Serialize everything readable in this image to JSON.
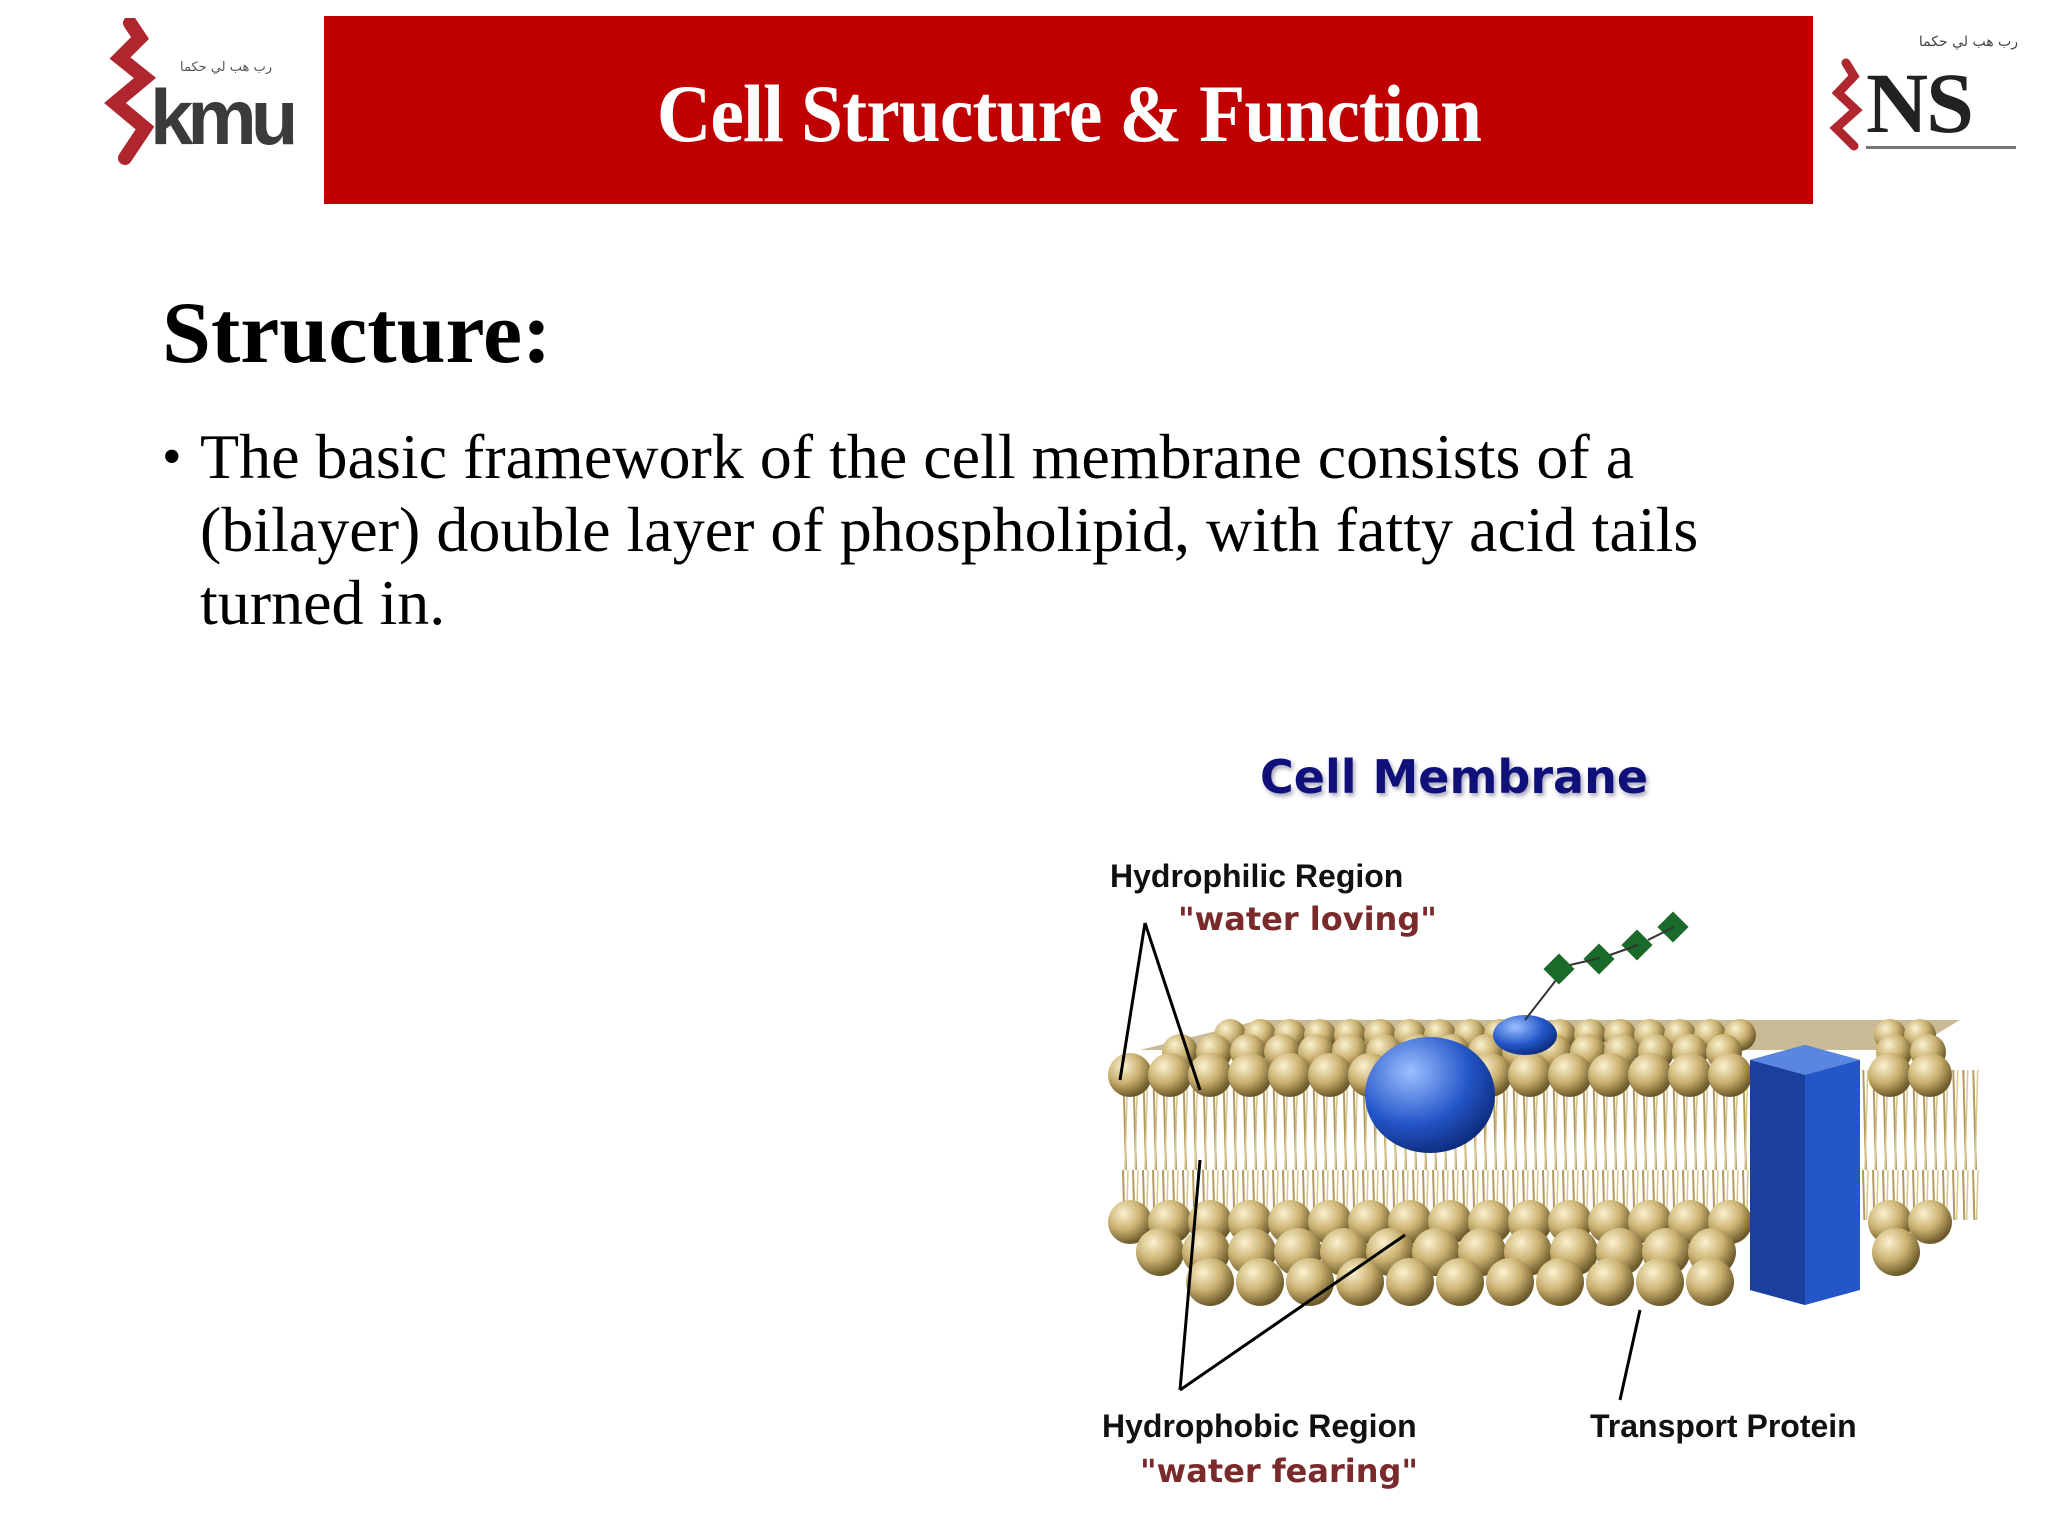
{
  "header": {
    "left_logo_text": "kmu",
    "left_logo_arabic": "رب هب لي حكما",
    "title": "Cell Structure & Function",
    "right_logo_text": "NS",
    "right_logo_arabic": "رب هب لي حكما"
  },
  "slide": {
    "heading": "Structure:",
    "bullets": [
      "The basic framework of the cell membrane consists of a (bilayer) double layer of phospholipid, with fatty acid tails turned in."
    ]
  },
  "figure": {
    "title": "Cell Membrane",
    "labels": {
      "hydrophilic": "Hydrophilic Region",
      "hydrophilic_sub": "\"water loving\"",
      "hydrophobic": "Hydrophobic Region",
      "hydrophobic_sub": "\"water fearing\"",
      "transport": "Transport Protein"
    }
  },
  "colors": {
    "header_red": "#c00000",
    "logo_red": "#b0262f",
    "figure_title_blue": "#10107a",
    "lipid_head": "#c9b070",
    "protein_blue": "#2456c8"
  }
}
